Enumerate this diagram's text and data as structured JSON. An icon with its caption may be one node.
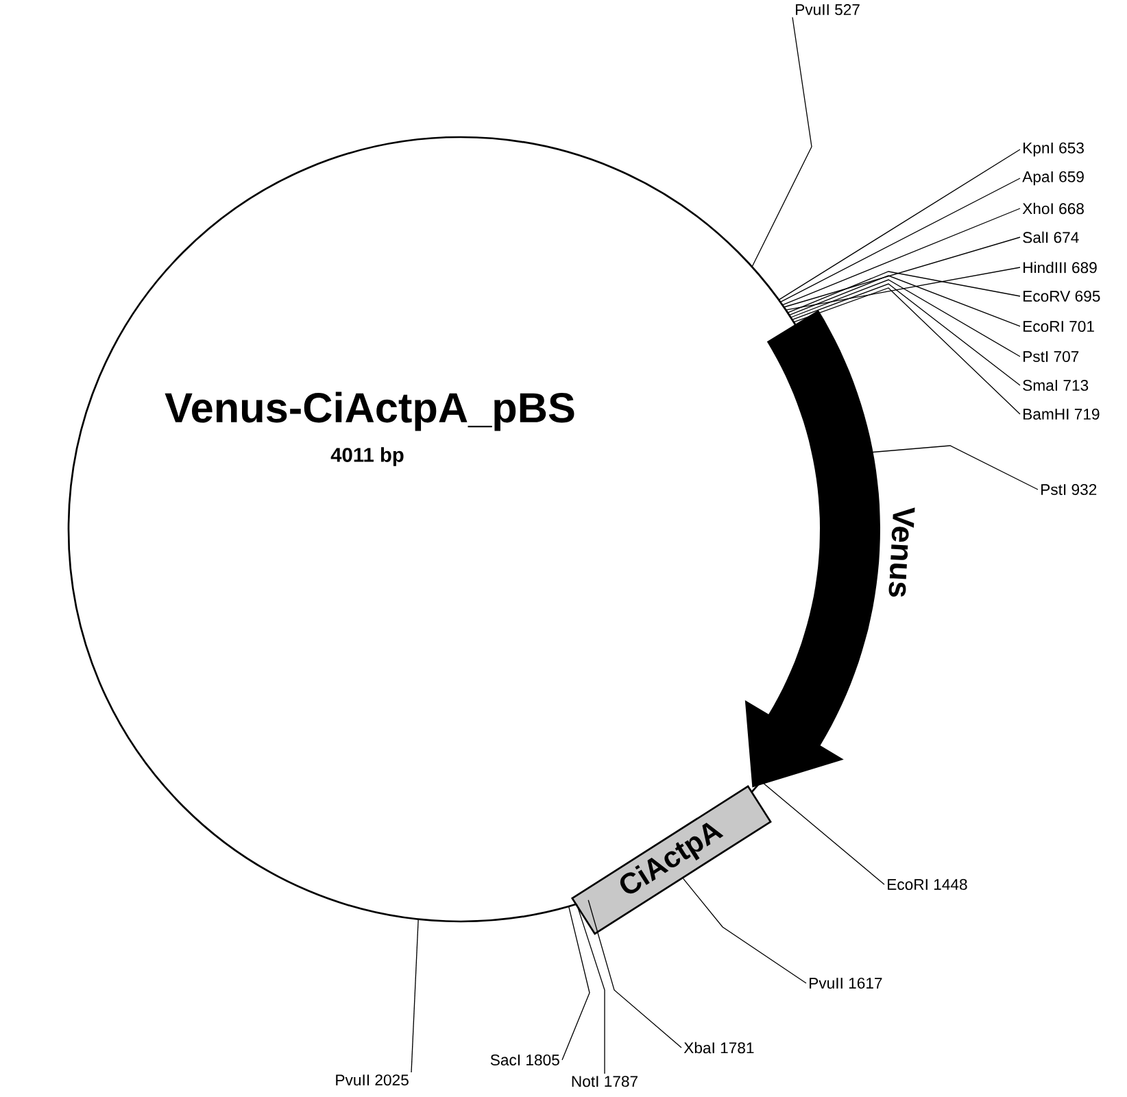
{
  "diagram": {
    "nodes": [
      {
        "text": [
          "Venus-CiActpA_pBS",
          "4011 bp"
        ]
      },
      {
        "text": [
          "Venus"
        ]
      },
      {
        "text": [
          "CiActpA"
        ]
      },
      {
        "text": [
          "PvuII 527"
        ]
      },
      {
        "text": [
          "KpnI 653"
        ]
      },
      {
        "text": [
          "ApaI 659"
        ]
      },
      {
        "text": [
          "XhoI 668"
        ]
      },
      {
        "text": [
          "SalI 674"
        ]
      },
      {
        "text": [
          "HindIII 689"
        ]
      },
      {
        "text": [
          "EcoRV 695"
        ]
      },
      {
        "text": [
          "EcoRI 701"
        ]
      },
      {
        "text": [
          "PstI 707"
        ]
      },
      {
        "text": [
          "SmaI 713"
        ]
      },
      {
        "text": [
          "BamHI 719"
        ]
      },
      {
        "text": [
          "PstI 932"
        ]
      },
      {
        "text": [
          "EcoRI 1448"
        ]
      },
      {
        "text": [
          "PvuII 1617"
        ]
      },
      {
        "text": [
          "XbaI 1781"
        ]
      },
      {
        "text": [
          "NotI 1787"
        ]
      },
      {
        "text": [
          "SacI 1805"
        ]
      },
      {
        "text": [
          "PvuII 2025"
        ]
      }
    ],
    "edges": [
      {
        "from": 3,
        "to": 0,
        "arrow": "none"
      },
      {
        "from": 4,
        "to": 0,
        "arrow": "none"
      },
      {
        "from": 5,
        "to": 0,
        "arrow": "none"
      },
      {
        "from": 6,
        "to": 0,
        "arrow": "none"
      },
      {
        "from": 7,
        "to": 0,
        "arrow": "none"
      },
      {
        "from": 8,
        "to": 0,
        "arrow": "none"
      },
      {
        "from": 9,
        "to": 0,
        "arrow": "none"
      },
      {
        "from": 10,
        "to": 0,
        "arrow": "none"
      },
      {
        "from": 11,
        "to": 0,
        "arrow": "none"
      },
      {
        "from": 12,
        "to": 0,
        "arrow": "none"
      },
      {
        "from": 13,
        "to": 0,
        "arrow": "none"
      },
      {
        "from": 14,
        "to": 0,
        "arrow": "none"
      },
      {
        "from": 15,
        "to": 0,
        "arrow": "none"
      },
      {
        "from": 16,
        "to": 2,
        "arrow": "none"
      },
      {
        "from": 17,
        "to": 0,
        "arrow": "none"
      },
      {
        "from": 18,
        "to": 0,
        "arrow": "none"
      },
      {
        "from": 19,
        "to": 0,
        "arrow": "none"
      },
      {
        "from": 20,
        "to": 0,
        "arrow": "none"
      }
    ]
  }
}
